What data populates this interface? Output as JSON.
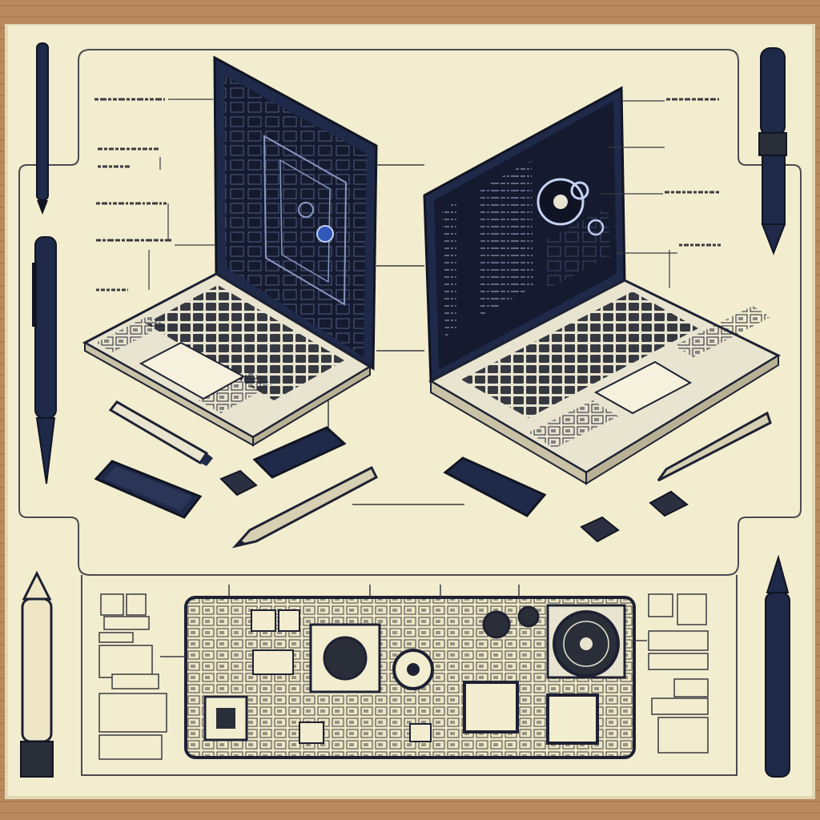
{
  "scene": {
    "colors": {
      "wood": "#b98a5e",
      "wood_dark": "#9a6c43",
      "paper": "#f3edd0",
      "paper_shadow": "#e2d9b4",
      "ink": "#1d2133",
      "navy": "#1f2a4a",
      "screen": "#151a2e",
      "keyboard_body": "#e9e4cf",
      "key": "#262a36",
      "accent_blue": "#2f58b8",
      "pen_cream": "#efe6c6",
      "leader": "#3a3a40"
    },
    "objects": [
      "left-laptop",
      "right-laptop",
      "motherboard-diagram",
      "pen-left-top",
      "pen-left-middle",
      "pen-left-bottom",
      "pen-right-top",
      "pen-right-bottom",
      "smartphone",
      "usb-drive",
      "stylus",
      "marker"
    ]
  }
}
